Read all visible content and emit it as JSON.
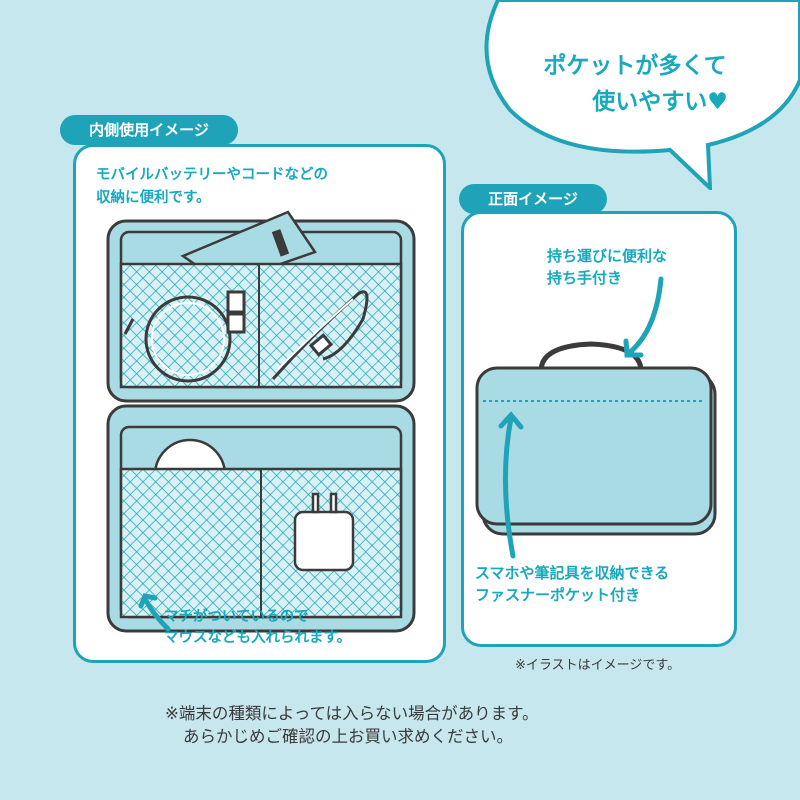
{
  "bubble": {
    "line1": "ポケットが多くて",
    "line2": "使いやすい♥"
  },
  "inner": {
    "tag": "内側使用イメージ",
    "desc_line1": "モバイルバッテリーやコードなどの",
    "desc_line2": "収納に便利です。",
    "caption_line1": "マチがついているので",
    "caption_line2": "マウスなども入れられます。"
  },
  "front": {
    "tag": "正面イメージ",
    "handle_line1": "持ち運びに便利な",
    "handle_line2": "持ち手付き",
    "pocket_line1": "スマホや筆記具を収納できる",
    "pocket_line2": "ファスナーポケット付き"
  },
  "illustration_note": "※イラストはイメージです。",
  "disclaimer_line1": "※端末の種類によっては入らない場合があります。",
  "disclaimer_line2": "あらかじめご確認の上お買い求めください。",
  "colors": {
    "background": "#c7e7ee",
    "accent": "#1fa3b8",
    "case": "#a9dbe4",
    "white": "#ffffff"
  }
}
